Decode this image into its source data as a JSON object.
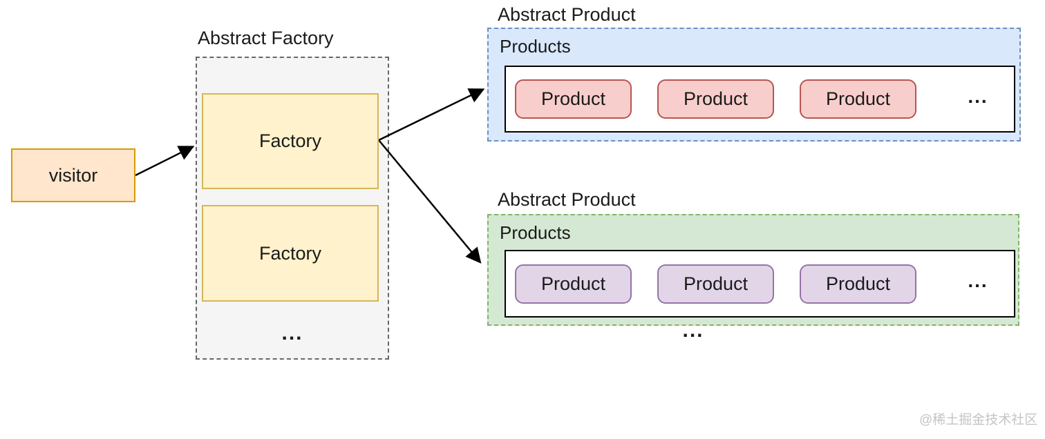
{
  "diagram": {
    "client": {
      "label": "visitor",
      "fill": "#ffe6cc",
      "border": "#d79b00"
    },
    "abstract_factory": {
      "title": "Abstract Factory",
      "factories": [
        "Factory",
        "Factory"
      ],
      "ellipsis": "...",
      "container_fill": "#f5f5f5",
      "container_border": "#666666",
      "factory_fill": "#fff2cc",
      "factory_border": "#d6b656"
    },
    "product_groups": [
      {
        "title": "Abstract Product",
        "label": "Products",
        "products": [
          "Product",
          "Product",
          "Product"
        ],
        "ellipsis": "...",
        "container_fill": "#dae8fc",
        "container_border": "#6c8ebf",
        "product_fill": "#f8cecc",
        "product_border": "#b85450"
      },
      {
        "title": "Abstract Product",
        "label": "Products",
        "products": [
          "Product",
          "Product",
          "Product"
        ],
        "ellipsis": "...",
        "container_fill": "#d5e8d4",
        "container_border": "#82b366",
        "product_fill": "#e1d5e7",
        "product_border": "#9673a6"
      }
    ],
    "more_groups_ellipsis": "...",
    "arrow_color": "#000000"
  },
  "watermark": {
    "text": "@稀土掘金技术社区"
  }
}
